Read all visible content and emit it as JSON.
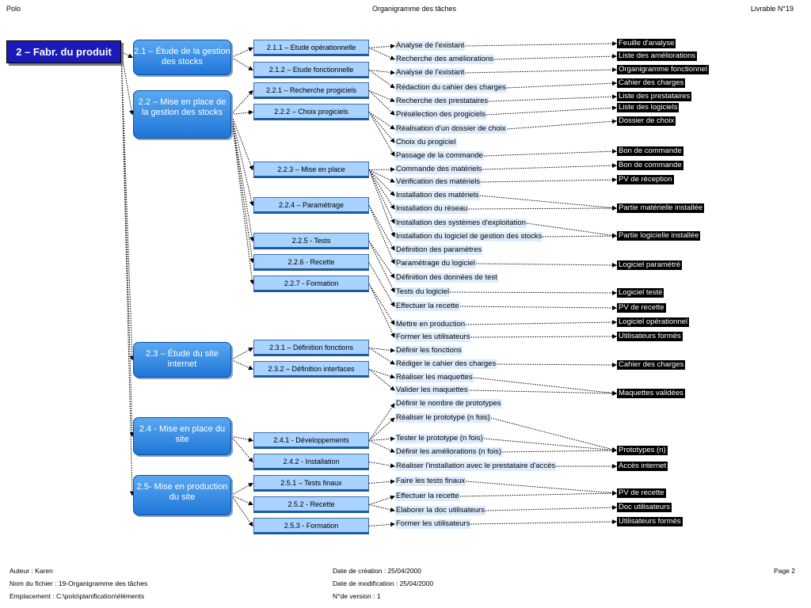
{
  "header": {
    "left": "Polo",
    "center": "Organigramme des tâches",
    "right": "Livrable N°19"
  },
  "root": "2 – Fabr. du produit",
  "level1": [
    "2.1 – Étude de la gestion des stocks",
    "2.2 – Mise en place de la gestion des stocks",
    "2.3 – Étude du site internet",
    "2.4 -  Mise en place du site",
    "2.5- Mise en production du site"
  ],
  "level2": [
    "2.1.1 – Etude opérationnelle",
    "2.1.2 – Etude fonctionnelle",
    "2.2.1 – Recherche progiciels",
    "2.2.2 – Choix progiciels",
    "2.2.3 – Mise en place",
    "2.2.4 – Paramétrage",
    "2.2.5 - Tests",
    "2.2.6 - Recette",
    "2.2.7 - Formation",
    "2.3.1 – Définition  fonctions",
    "2.3.2 – Définition interfaces",
    "2.4.1 - Développements",
    "2.4.2 - Installation",
    "2.5.1 – Tests finaux",
    "2.5.2 - Recette",
    "2.5.3 - Formation"
  ],
  "tasks": [
    "Analyse de l'existant",
    "Recherche des améliorations",
    "Analyse de l'existant",
    "Rédaction du cahier des charges",
    "Recherche des prestataires",
    "Présélection des progiciels",
    "Réalisation d'un dossier de choix",
    "Choix du progiciel",
    "Passage de la commande",
    "Commande des matériels",
    "Vérification des matériels",
    "Installation des matériels",
    "Installation du réseau",
    "Installation des systèmes d'exploitation",
    "Installation du logiciel de gestion des stocks",
    "Définition des paramètres",
    "Paramétrage du logiciel",
    "Définition des données de test",
    "Tests du logiciel",
    "Effectuer la recette",
    "Mettre en production",
    "Former les utilisateurs",
    "Définir les fonctions",
    "Rédiger le cahier des charges",
    "Réaliser les maquettes",
    "Valider les maquettes",
    "Définir le nombre de prototypes",
    "Réaliser le prototype (n fois)",
    "Tester le prototype (n fois)",
    "Définir les améliorations (n fois)",
    "Réaliser l'installation avec le prestataire d'accès",
    "Faire les tests finaux",
    "Effectuer la recette",
    "Elaborer la doc utilisateurs",
    "Former les utilisateurs"
  ],
  "deliverables": [
    "Feuille d'analyse",
    "Liste des améliorations",
    "Organigramme fonctionnel",
    "Cahier des charges",
    "Liste des prestataires",
    "Liste des logiciels",
    "Dossier de choix",
    "Bon de commande",
    "Bon de commande",
    "PV de réception",
    "Partie matérielle installée",
    "Partie logicielle installée",
    "Logiciel paramétré",
    "Logiciel testé",
    "PV de recette",
    "Logiciel opérationnel",
    "Utilisateurs formés",
    "Cahier des charges",
    "Maquettes validées",
    "Prototypes (n)",
    "Accès internet",
    "PV de recette",
    "Doc utilisateurs",
    "Utilisateurs formés"
  ],
  "footer": {
    "author": "Auteur : Karen",
    "file": "Nom du fichier :  19-Organigramme des tâches",
    "location": "Emplacement :  C:\\polo\\planification\\éléments",
    "created": "Date de création : 25/04/2000",
    "modified": "Date de modification :  25/04/2000",
    "version": "N°de version :  1",
    "page": "Page 2"
  }
}
